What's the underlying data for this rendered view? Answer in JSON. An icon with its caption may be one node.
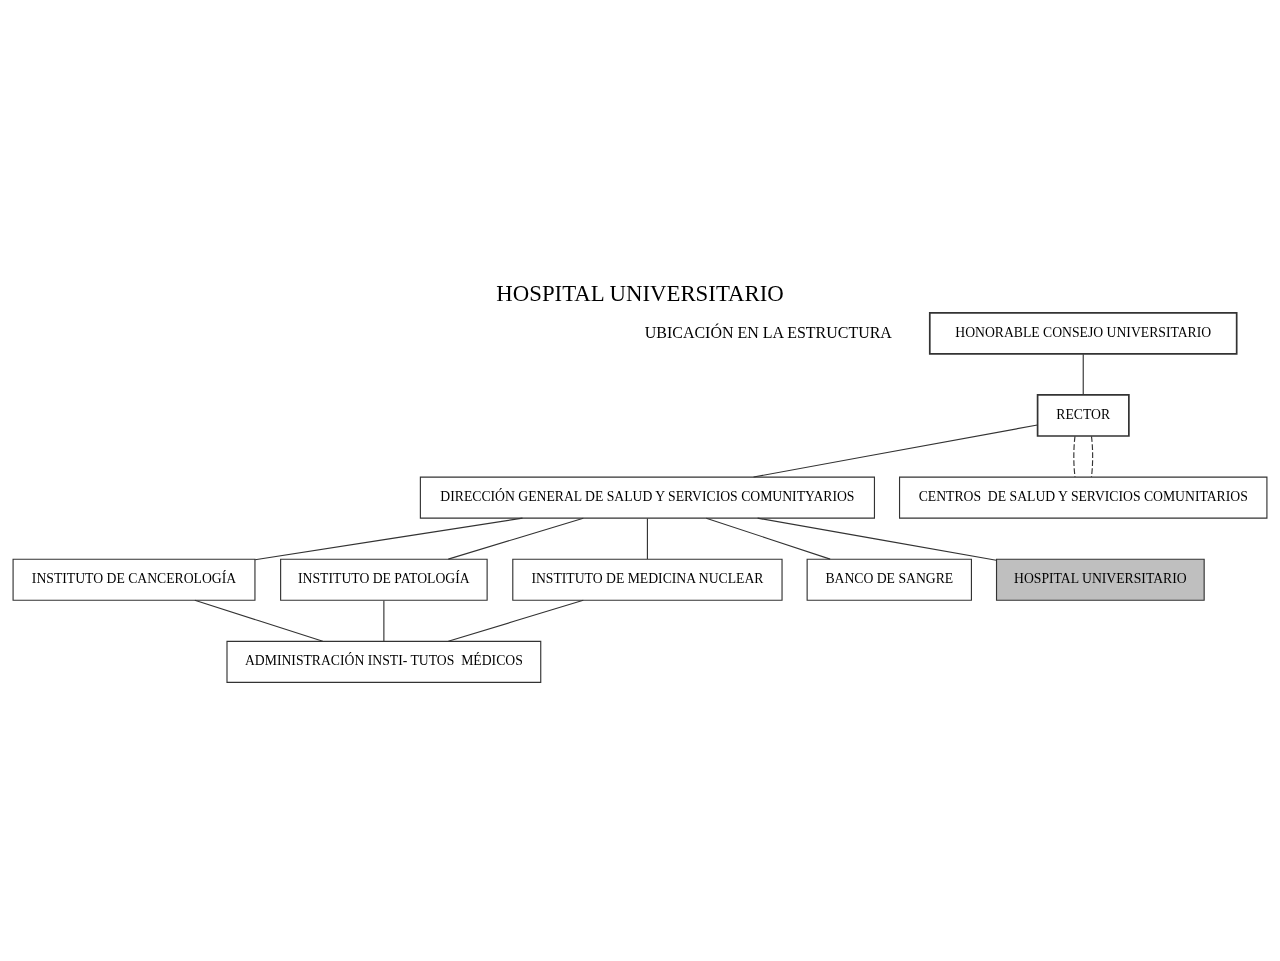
{
  "diagram": {
    "title": "HOSPITAL UNIVERSITARIO",
    "nodes": [
      {
        "text": [
          "HONORABLE CONSEJO UNIVERSITARIO"
        ]
      },
      {
        "text": [
          "RECTOR"
        ]
      },
      {
        "text": [
          "DIRECCIÓN GENERAL DE SALUD Y SERVICIOS COMUNITYARIOS"
        ]
      },
      {
        "text": [
          "INSTITUTO DE CANCEROLOGÍA"
        ]
      },
      {
        "text": [
          "INSTITUTO DE PATOLOGÍA"
        ]
      },
      {
        "text": [
          "INSTITUTO DE MEDICINA NUCLEAR"
        ]
      },
      {
        "text": [
          "ADMINISTRACIÓN INSTI- TUTOS  MÉDICOS"
        ]
      },
      {
        "text": [
          "BANCO DE SANGRE"
        ]
      },
      {
        "text": [
          "HOSPITAL UNIVERSITARIO"
        ]
      },
      {
        "text": [
          "CENTROS  DE SALUD Y SERVICIOS COMUNITARIOS"
        ]
      }
    ],
    "edges": [
      {
        "from": 0,
        "to": 1,
        "arrow": "none"
      },
      {
        "from": 1,
        "to": 2,
        "arrow": "none"
      },
      {
        "from": 2,
        "to": 3,
        "arrow": "none"
      },
      {
        "from": 2,
        "to": 4,
        "arrow": "none"
      },
      {
        "from": 2,
        "to": 5,
        "arrow": "none"
      },
      {
        "from": 2,
        "to": 7,
        "arrow": "none"
      },
      {
        "from": 2,
        "to": 8,
        "arrow": "none"
      },
      {
        "from": 3,
        "to": 6,
        "arrow": "none"
      },
      {
        "from": 4,
        "to": 6,
        "arrow": "none"
      },
      {
        "from": 5,
        "to": 6,
        "arrow": "none"
      },
      {
        "from": 1,
        "to": 9,
        "arrow": "none",
        "style": "dashed"
      },
      {
        "from": 1,
        "to": 9,
        "arrow": "none",
        "style": "dashed"
      }
    ],
    "labels": [
      "UBICACIÓN EN LA ESTRUCTURA"
    ]
  }
}
